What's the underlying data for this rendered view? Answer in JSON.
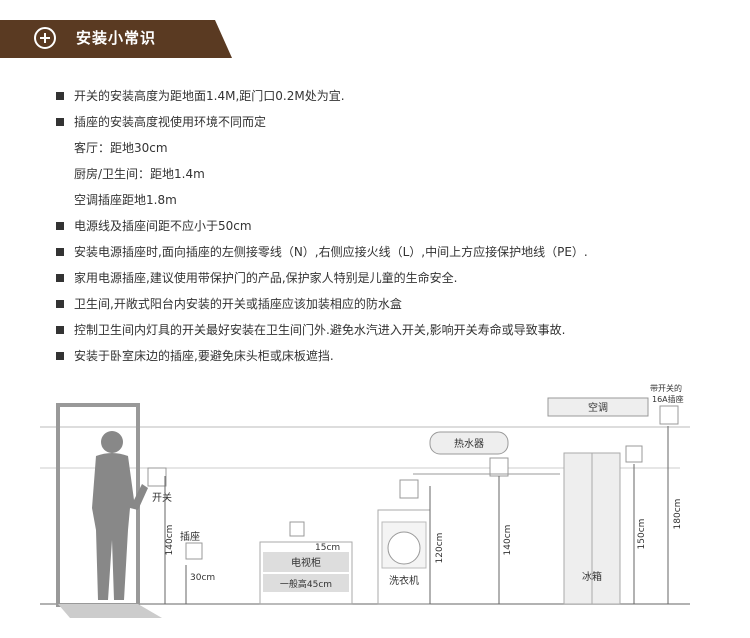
{
  "header": {
    "title": "安装小常识",
    "icon": "plus-circle-icon",
    "color": "#5a3a22"
  },
  "items": [
    {
      "bullet": true,
      "text": "开关的安装高度为距地面1.4M,距门口0.2M处为宜."
    },
    {
      "bullet": true,
      "text": "插座的安装高度视使用环境不同而定"
    },
    {
      "bullet": false,
      "text": "客厅：距地30cm"
    },
    {
      "bullet": false,
      "text": "厨房/卫生间：距地1.4m"
    },
    {
      "bullet": false,
      "text": "空调插座距地1.8m"
    },
    {
      "bullet": true,
      "text": "电源线及插座间距不应小于50cm"
    },
    {
      "bullet": true,
      "text": "安装电源插座时,面向插座的左侧接零线（N）,右侧应接火线（L）,中间上方应接保护地线（PE）."
    },
    {
      "bullet": true,
      "text": "家用电源插座,建议使用带保护门的产品,保护家人特别是儿童的生命安全."
    },
    {
      "bullet": true,
      "text": "卫生间,开敞式阳台内安装的开关或插座应该加装相应的防水盒"
    },
    {
      "bullet": true,
      "text": "控制卫生间内灯具的开关最好安装在卫生间门外.避免水汽进入开关,影响开关寿命或导致事故."
    },
    {
      "bullet": true,
      "text": "安装于卧室床边的插座,要避免床头柜或床板遮挡."
    }
  ],
  "diagram": {
    "switch_label": "开关",
    "socket_label": "插座",
    "h140_left": "140cm",
    "h30": "30cm",
    "tv_cabinet": "电视柜",
    "tv_cabinet_height": "一般高45cm",
    "tv_gap": "15cm",
    "washer": "洗衣机",
    "h120": "120cm",
    "water_heater": "热水器",
    "h140_right": "140cm",
    "fridge": "冰箱",
    "h150": "150cm",
    "aircon": "空调",
    "aircon_socket_1": "带开关的",
    "aircon_socket_2": "16A插座",
    "h180": "180cm"
  }
}
